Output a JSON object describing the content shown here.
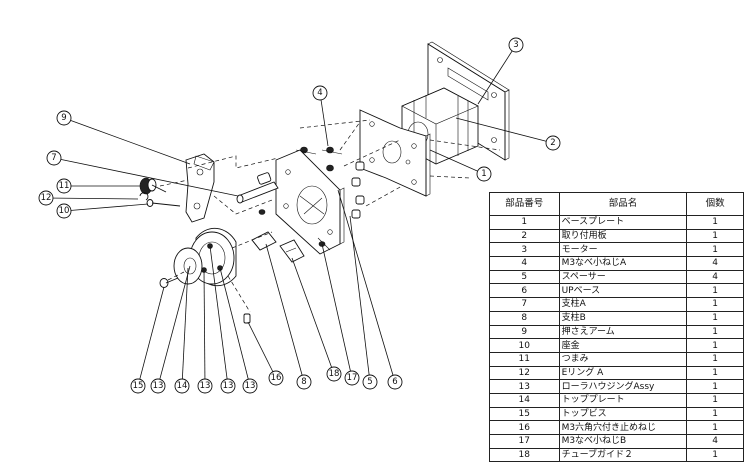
{
  "bom": {
    "headers": {
      "no": "部品番号",
      "name": "部品名",
      "qty": "個数"
    },
    "rows": [
      {
        "no": "1",
        "name": "ベースプレート",
        "qty": "1"
      },
      {
        "no": "2",
        "name": "取り付用板",
        "qty": "1"
      },
      {
        "no": "3",
        "name": "モーター",
        "qty": "1"
      },
      {
        "no": "4",
        "name": "M3なべ小ねじA",
        "qty": "4"
      },
      {
        "no": "5",
        "name": "スペーサー",
        "qty": "4"
      },
      {
        "no": "6",
        "name": "UPベース",
        "qty": "1"
      },
      {
        "no": "7",
        "name": "支柱A",
        "qty": "1"
      },
      {
        "no": "8",
        "name": "支柱B",
        "qty": "1"
      },
      {
        "no": "9",
        "name": "押さえアーム",
        "qty": "1"
      },
      {
        "no": "10",
        "name": "座金",
        "qty": "1"
      },
      {
        "no": "11",
        "name": "つまみ",
        "qty": "1"
      },
      {
        "no": "12",
        "name": "Eリング A",
        "qty": "1"
      },
      {
        "no": "13",
        "name": "ローラハウジングAssy",
        "qty": "1"
      },
      {
        "no": "14",
        "name": "トッププレート",
        "qty": "1"
      },
      {
        "no": "15",
        "name": "トップビス",
        "qty": "1"
      },
      {
        "no": "16",
        "name": "M3六角穴付き止めねじ",
        "qty": "1"
      },
      {
        "no": "17",
        "name": "M3なべ小ねじB",
        "qty": "4"
      },
      {
        "no": "18",
        "name": "チューブガイド２",
        "qty": "1"
      }
    ]
  },
  "balloons": [
    "1",
    "2",
    "3",
    "4",
    "5",
    "6",
    "7",
    "8",
    "9",
    "10",
    "11",
    "12",
    "13",
    "13",
    "13",
    "13",
    "14",
    "15",
    "16",
    "17",
    "18"
  ]
}
